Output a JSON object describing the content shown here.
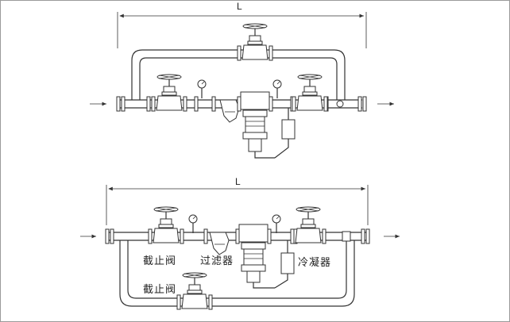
{
  "top_diagram": {
    "dimension_label": "L"
  },
  "bottom_diagram": {
    "dimension_label": "L",
    "labels": {
      "stop_valve_upper": "截止阀",
      "filter": "过滤器",
      "condenser": "冷凝器",
      "stop_valve_lower": "截止阀"
    }
  }
}
